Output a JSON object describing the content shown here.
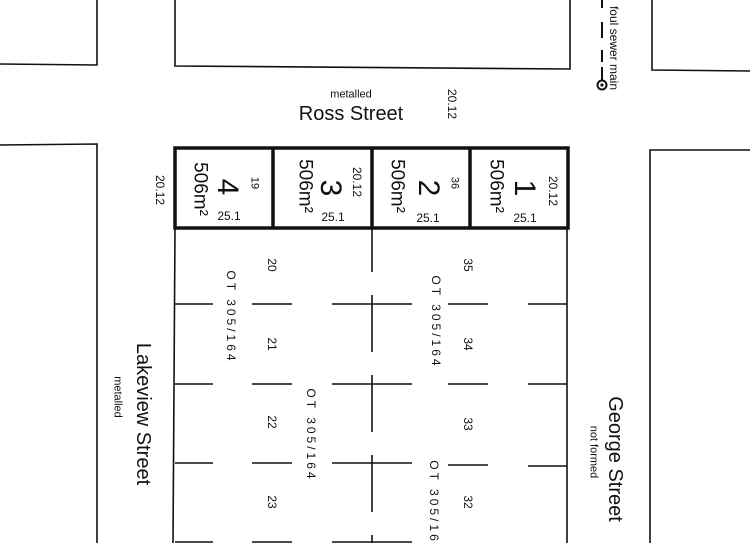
{
  "colors": {
    "line": "#111111",
    "background": "#ffffff"
  },
  "streets": {
    "ross": {
      "name": "Ross Street",
      "surface": "metalled",
      "width": "20.12"
    },
    "lakeview": {
      "name": "Lakeview Street",
      "surface": "metalled",
      "width": "20.12"
    },
    "george": {
      "name": "George Street",
      "surface": "not formed"
    }
  },
  "utilities": {
    "sewer_label": "foul sewer main",
    "manhole_icon": "manhole-icon"
  },
  "lots": [
    {
      "number": "1",
      "area": "506m²",
      "depth": "20.12",
      "frontage": "25.1"
    },
    {
      "number": "2",
      "area": "506m²",
      "old_ref": "36",
      "frontage": "25.1"
    },
    {
      "number": "3",
      "area": "506m²",
      "depth": "20.12",
      "frontage": "25.1"
    },
    {
      "number": "4",
      "area": "506m²",
      "old_ref": "19",
      "frontage": "25.1"
    }
  ],
  "parcels": {
    "left": [
      "20",
      "21",
      "22",
      "23"
    ],
    "right": [
      "35",
      "34",
      "33",
      "32"
    ],
    "titles": [
      "OT 305/164",
      "OT 305/164",
      "OT 305/164",
      "OT 305/16"
    ]
  }
}
